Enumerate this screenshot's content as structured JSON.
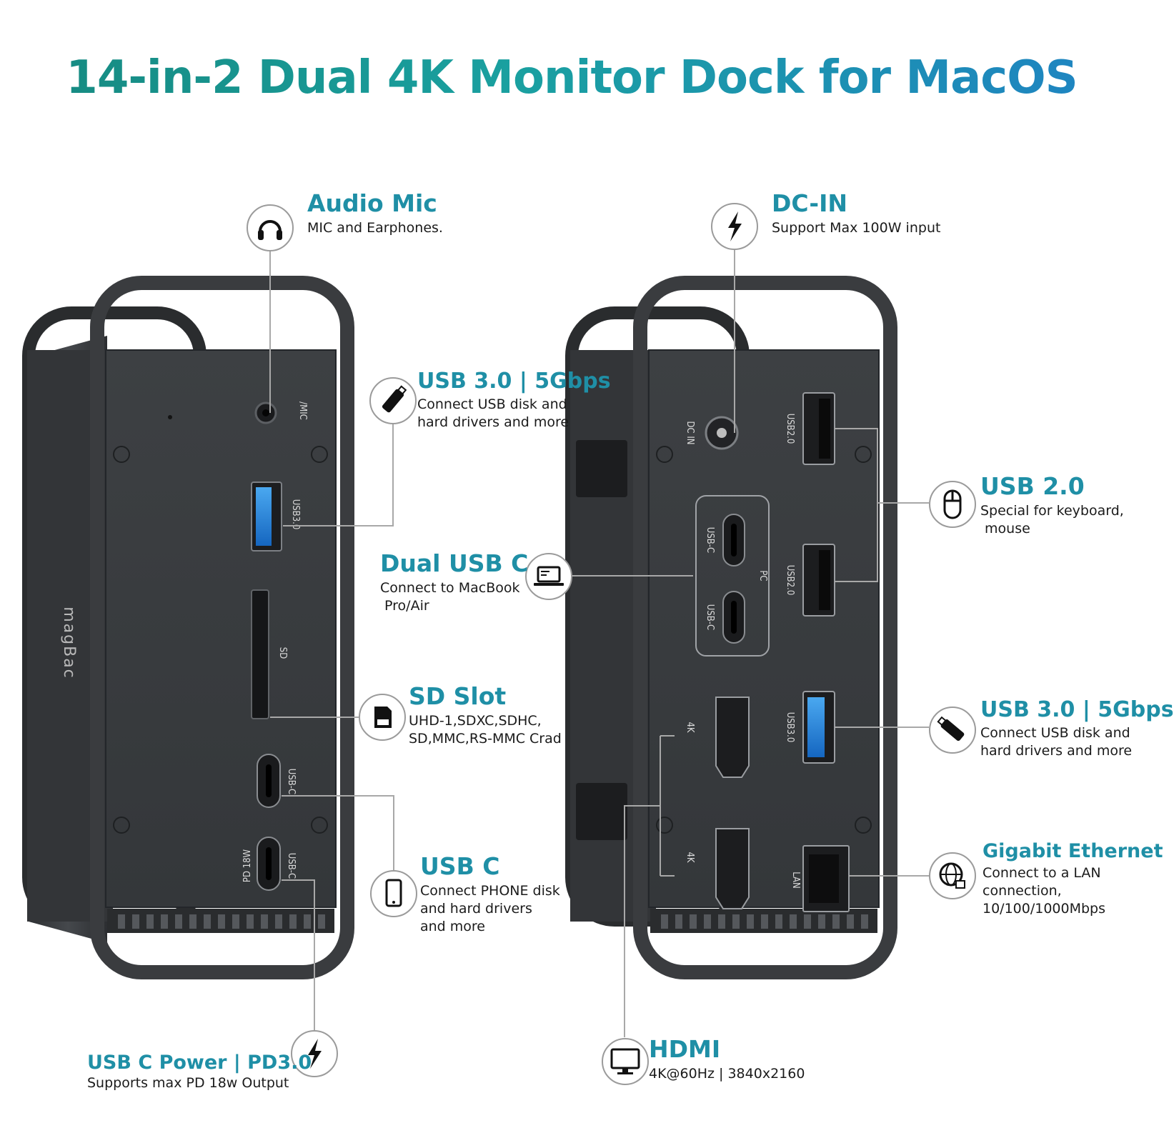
{
  "title": "14-in-2 Dual 4K Monitor Dock for MacOS",
  "colors": {
    "accent": "#1f8fa6",
    "title_start": "#16897f",
    "title_end": "#1f82c4",
    "dock_body": "#3b3d40",
    "usb3_blue": "#1e88e5"
  },
  "brand_logo": "magBac",
  "callouts": {
    "audio_mic": {
      "title": "Audio Mic",
      "desc": "MIC and Earphones.",
      "icon": "headphones-icon"
    },
    "usb3_left": {
      "title": "USB 3.0 | 5Gbps",
      "desc": "Connect USB disk and\nhard drivers and more",
      "icon": "usb-drive-icon"
    },
    "sd_slot": {
      "title": "SD Slot",
      "desc": "UHD-1,SDXC,SDHC,\nSD,MMC,RS-MMC Crad",
      "icon": "sd-card-icon"
    },
    "usb_c": {
      "title": "USB C",
      "desc": "Connect PHONE disk\nand hard drivers\nand more",
      "icon": "phone-icon"
    },
    "usb_c_power": {
      "title": "USB C Power | PD3.0",
      "desc": "Supports max PD 18w Output",
      "icon": "lightning-icon"
    },
    "dc_in": {
      "title": "DC-IN",
      "desc": "Support Max 100W input",
      "icon": "lightning-icon"
    },
    "dual_usb_c": {
      "title": "Dual USB C",
      "desc": "Connect to MacBook\n Pro/Air",
      "icon": "laptop-icon"
    },
    "usb2": {
      "title": "USB 2.0",
      "desc": "Special for keyboard,\n mouse",
      "icon": "mouse-icon"
    },
    "usb3_right": {
      "title": "USB 3.0 | 5Gbps",
      "desc": "Connect USB disk and\nhard drivers and more",
      "icon": "usb-drive-icon"
    },
    "ethernet": {
      "title": "Gigabit Ethernet",
      "desc": "Connect to a LAN\nconnection,\n10/100/1000Mbps",
      "icon": "globe-network-icon"
    },
    "hdmi": {
      "title": "HDMI",
      "desc": "4K@60Hz | 3840x2160",
      "icon": "monitor-icon"
    }
  },
  "port_labels": {
    "mic": "/MIC",
    "usb30": "USB3.0",
    "sd": "SD",
    "usbc": "USB-C",
    "pd18w": "PD 18W",
    "dcin": "DC IN",
    "usb20": "USB2.0",
    "pc": "PC",
    "hdmi_4k": "4K",
    "lan": "LAN"
  }
}
